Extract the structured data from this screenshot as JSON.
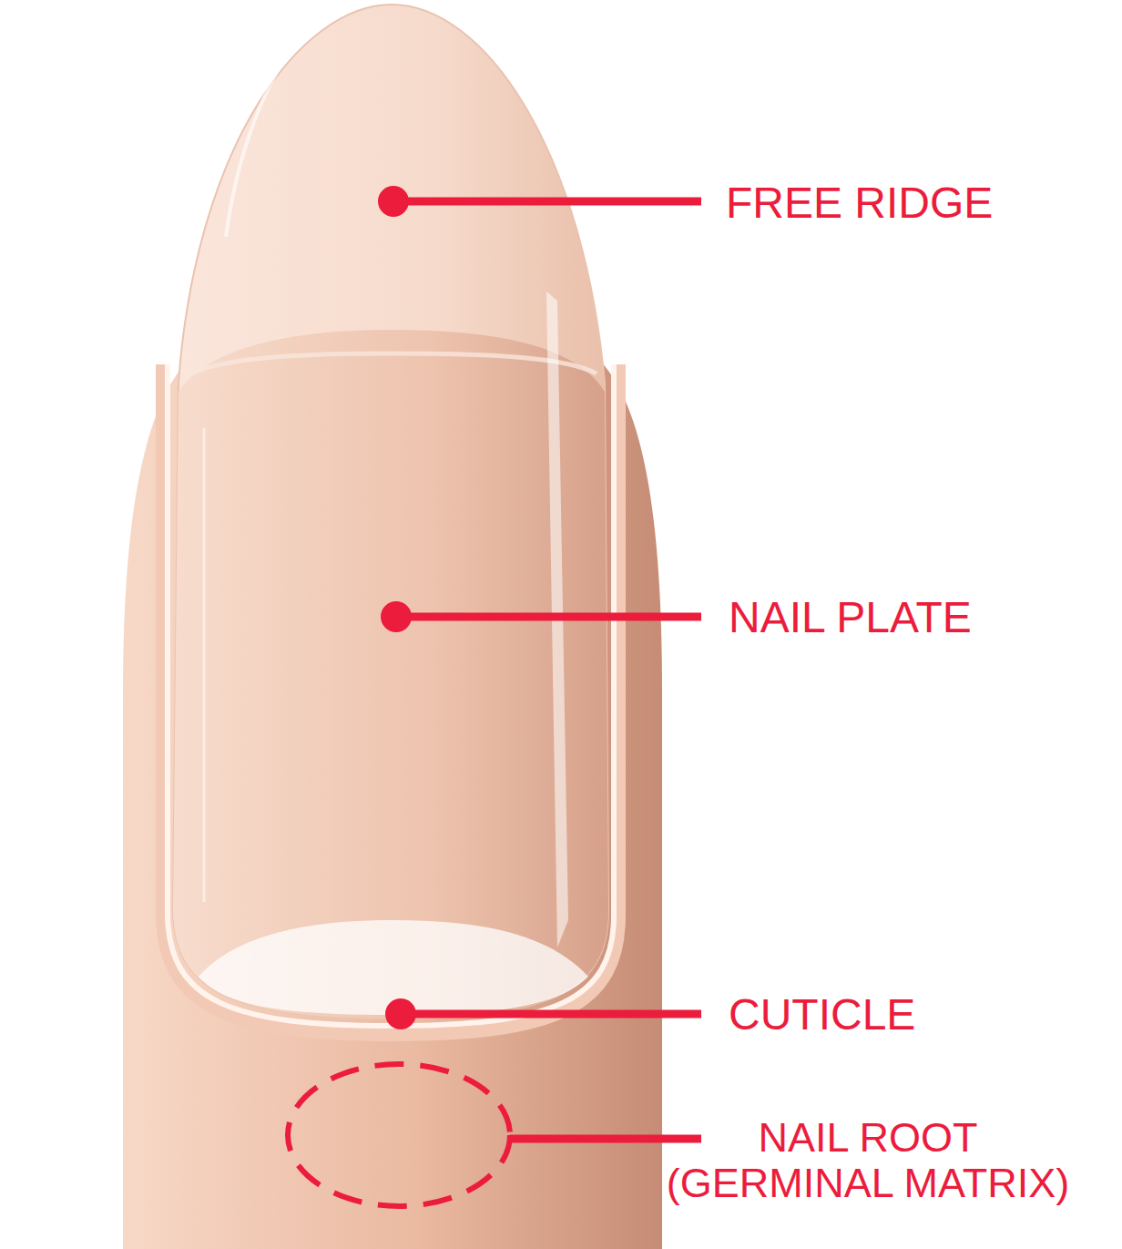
{
  "diagram": {
    "labels": [
      "FREE RIDGE",
      "NAIL PLATE",
      "CUTICLE",
      "NAIL ROOT (GERMINAL MATRIX)"
    ]
  }
}
